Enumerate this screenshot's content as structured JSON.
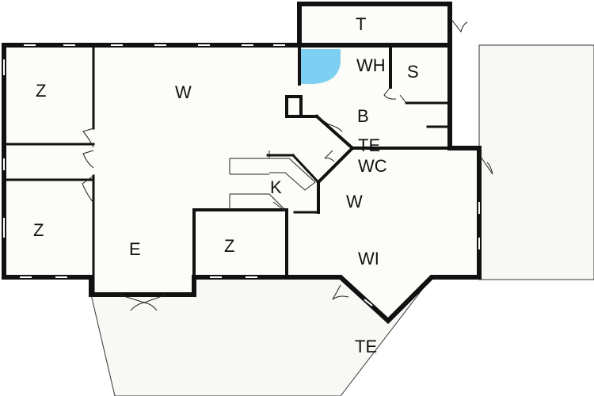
{
  "colors": {
    "wall": "#111111",
    "floor": "#fcfcf8",
    "terrace": "#f8f8f4",
    "water": "#7dd0f2"
  },
  "rooms": {
    "t": "T",
    "wh": "WH",
    "s": "S",
    "b": "B",
    "te_inner": "TE",
    "wc": "WC",
    "k": "K",
    "w_main": "W",
    "w_right": "W",
    "wi": "WI",
    "z_top": "Z",
    "z_left": "Z",
    "z_mid": "Z",
    "e": "E",
    "te_outer": "TE"
  }
}
